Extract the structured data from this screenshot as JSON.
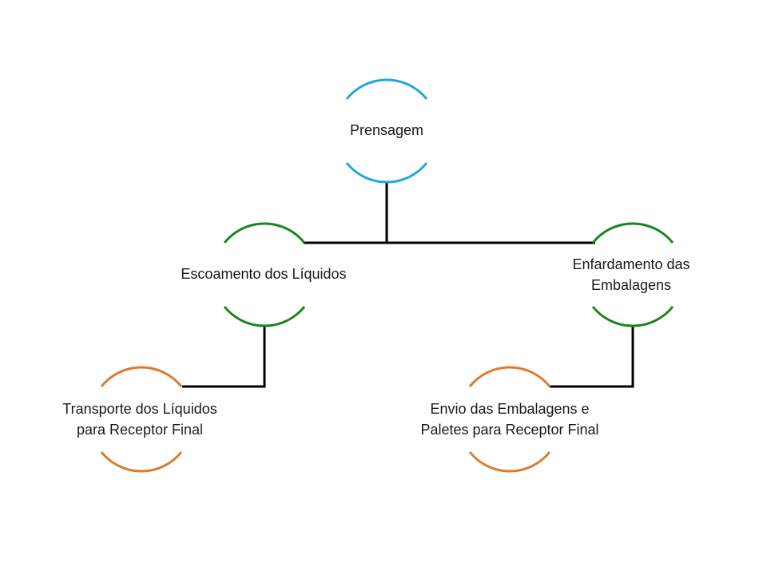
{
  "colors": {
    "root": "#1fa8dc",
    "level1": "#16871a",
    "level2": "#e07a2a",
    "connector": "#000000"
  },
  "nodes": {
    "root": {
      "label": "Prensagem"
    },
    "left": {
      "label": "Escoamento dos Líquidos"
    },
    "right": {
      "line1": "Enfardamento das",
      "line2": "Embalagens"
    },
    "left_child": {
      "line1": "Transporte dos Líquidos",
      "line2": "para Receptor Final"
    },
    "right_child": {
      "line1": "Envio das Embalagens e",
      "line2": "Paletes para Receptor Final"
    }
  }
}
